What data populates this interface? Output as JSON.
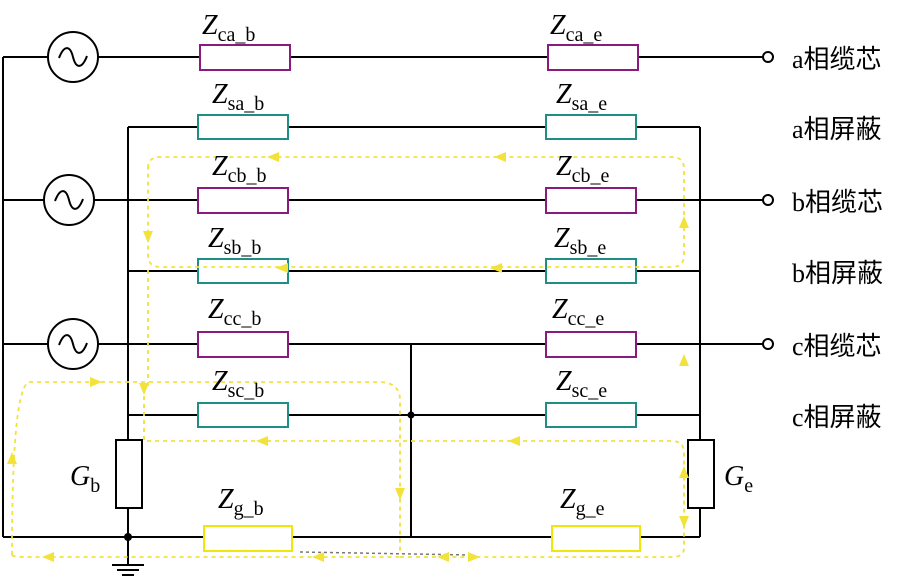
{
  "impedances": {
    "ca_b": {
      "main": "Z",
      "sub": "ca_b"
    },
    "ca_e": {
      "main": "Z",
      "sub": "ca_e"
    },
    "sa_b": {
      "main": "Z",
      "sub": "sa_b"
    },
    "sa_e": {
      "main": "Z",
      "sub": "sa_e"
    },
    "cb_b": {
      "main": "Z",
      "sub": "cb_b"
    },
    "cb_e": {
      "main": "Z",
      "sub": "cb_e"
    },
    "sb_b": {
      "main": "Z",
      "sub": "sb_b"
    },
    "sb_e": {
      "main": "Z",
      "sub": "sb_e"
    },
    "cc_b": {
      "main": "Z",
      "sub": "cc_b"
    },
    "cc_e": {
      "main": "Z",
      "sub": "cc_e"
    },
    "sc_b": {
      "main": "Z",
      "sub": "sc_b"
    },
    "sc_e": {
      "main": "Z",
      "sub": "sc_e"
    },
    "g_b": {
      "main": "Z",
      "sub": "g_b"
    },
    "g_e": {
      "main": "Z",
      "sub": "g_e"
    }
  },
  "grounding": {
    "gb": {
      "main": "G",
      "sub": "b"
    },
    "ge": {
      "main": "G",
      "sub": "e"
    }
  },
  "row_labels": [
    "a相缆芯",
    "a相屏蔽",
    "b相缆芯",
    "b相屏蔽",
    "c相缆芯",
    "c相屏蔽"
  ],
  "colors": {
    "core": "#8b1a7e",
    "shield": "#1f8f86",
    "ground_impedance": "#f0e60a",
    "flow": "#f2e23a"
  }
}
